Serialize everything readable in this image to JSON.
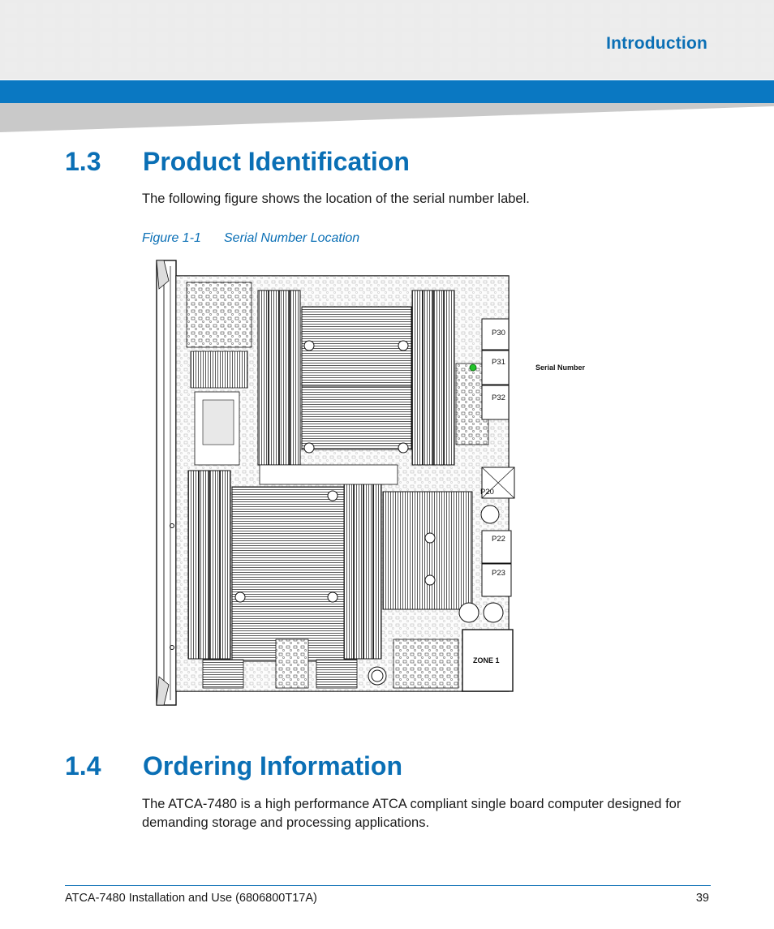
{
  "header": {
    "section_label": "Introduction"
  },
  "section_1_3": {
    "number": "1.3",
    "title": "Product Identification",
    "intro": "The following figure shows the location of the serial number label."
  },
  "figure": {
    "number": "Figure 1-1",
    "title": "Serial Number Location",
    "callouts": {
      "p30": "P30",
      "p31": "P31",
      "p32": "P32",
      "p20": "P20",
      "p22": "P22",
      "p23": "P23",
      "zone1": "ZONE 1",
      "serial": "Serial Number"
    }
  },
  "section_1_4": {
    "number": "1.4",
    "title": "Ordering Information",
    "body": "The ATCA-7480 is a high performance ATCA compliant single board computer designed for demanding storage and processing applications."
  },
  "footer": {
    "doc_title": "ATCA-7480 Installation and Use (6806800T17A)",
    "page_number": "39"
  },
  "colors": {
    "accent": "#0a6fb5",
    "bar": "#0a78c2",
    "serial_marker": "#22c32a"
  }
}
